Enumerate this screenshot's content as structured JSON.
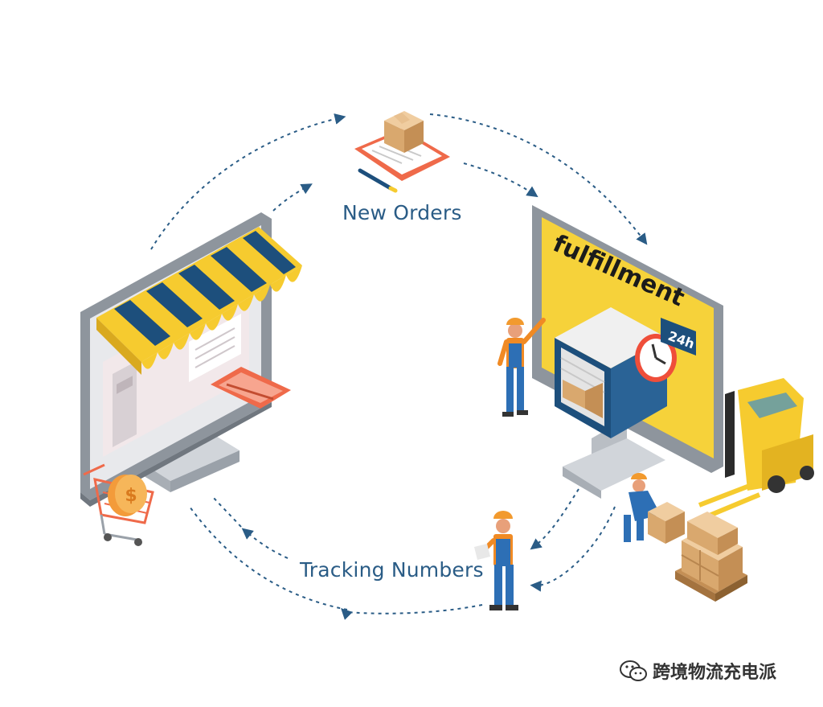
{
  "labels": {
    "new_orders": "New Orders",
    "tracking_numbers": "Tracking Numbers"
  },
  "monitor_right": {
    "sign_text": "fulfillment",
    "badge_text": "24h"
  },
  "watermark": {
    "text": "跨境物流充电派",
    "icon": "wechat-icon"
  },
  "colors": {
    "arrow": "#2a5c86",
    "label": "#2a5c86",
    "awning_yellow": "#f6cb2f",
    "awning_blue": "#1d4f7c",
    "fulfillment_yellow": "#f6d23a",
    "monitor_frame": "#8e959d",
    "worker_blue": "#2d6fb5",
    "worker_orange": "#f08a24",
    "box_tan": "#e0b585",
    "card_red": "#ef6a4a"
  }
}
